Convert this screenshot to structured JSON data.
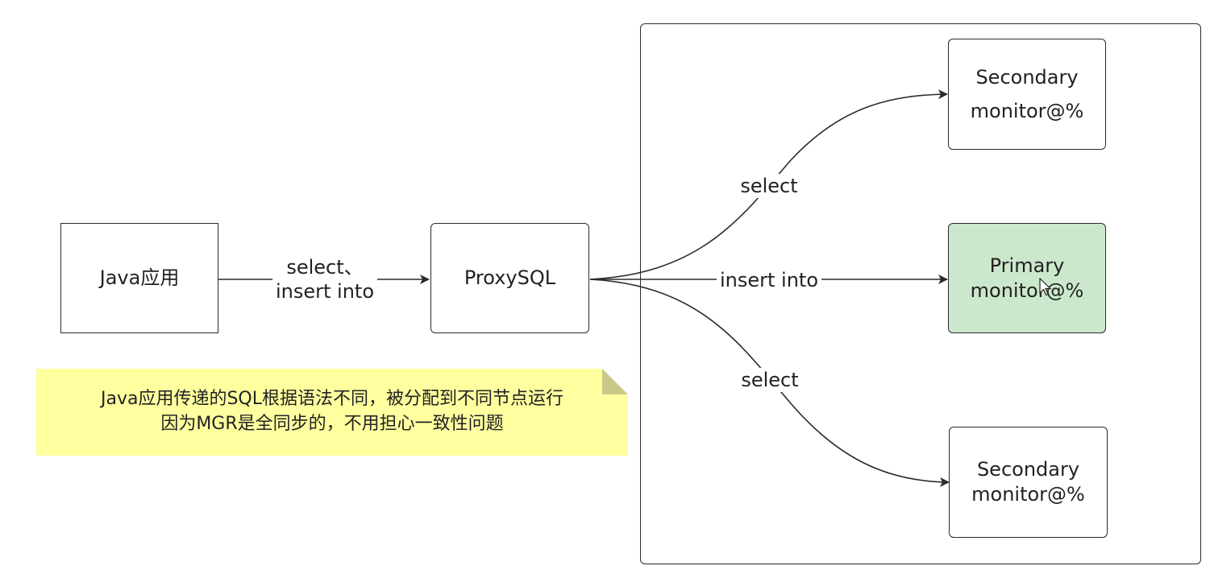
{
  "nodes": {
    "java_app": {
      "label": "Java应用"
    },
    "proxysql": {
      "label": "ProxySQL"
    },
    "secondary_top": {
      "role": "Secondary",
      "user": "monitor@%"
    },
    "primary": {
      "role": "Primary",
      "user": "monitor@%",
      "fill": "#cce8cc"
    },
    "secondary_bottom": {
      "role": "Secondary",
      "user": "monitor@%"
    }
  },
  "edges": {
    "app_to_proxy": {
      "line1": "select、",
      "line2": "insert into"
    },
    "proxy_to_secondary_top": {
      "label": "select"
    },
    "proxy_to_primary": {
      "label": "insert into"
    },
    "proxy_to_secondary_bottom": {
      "label": "select"
    }
  },
  "note": {
    "line1": "Java应用传递的SQL根据语法不同，被分配到不同节点运行",
    "line2": "因为MGR是全同步的，不用担心一致性问题",
    "fill": "#ffffa0"
  }
}
